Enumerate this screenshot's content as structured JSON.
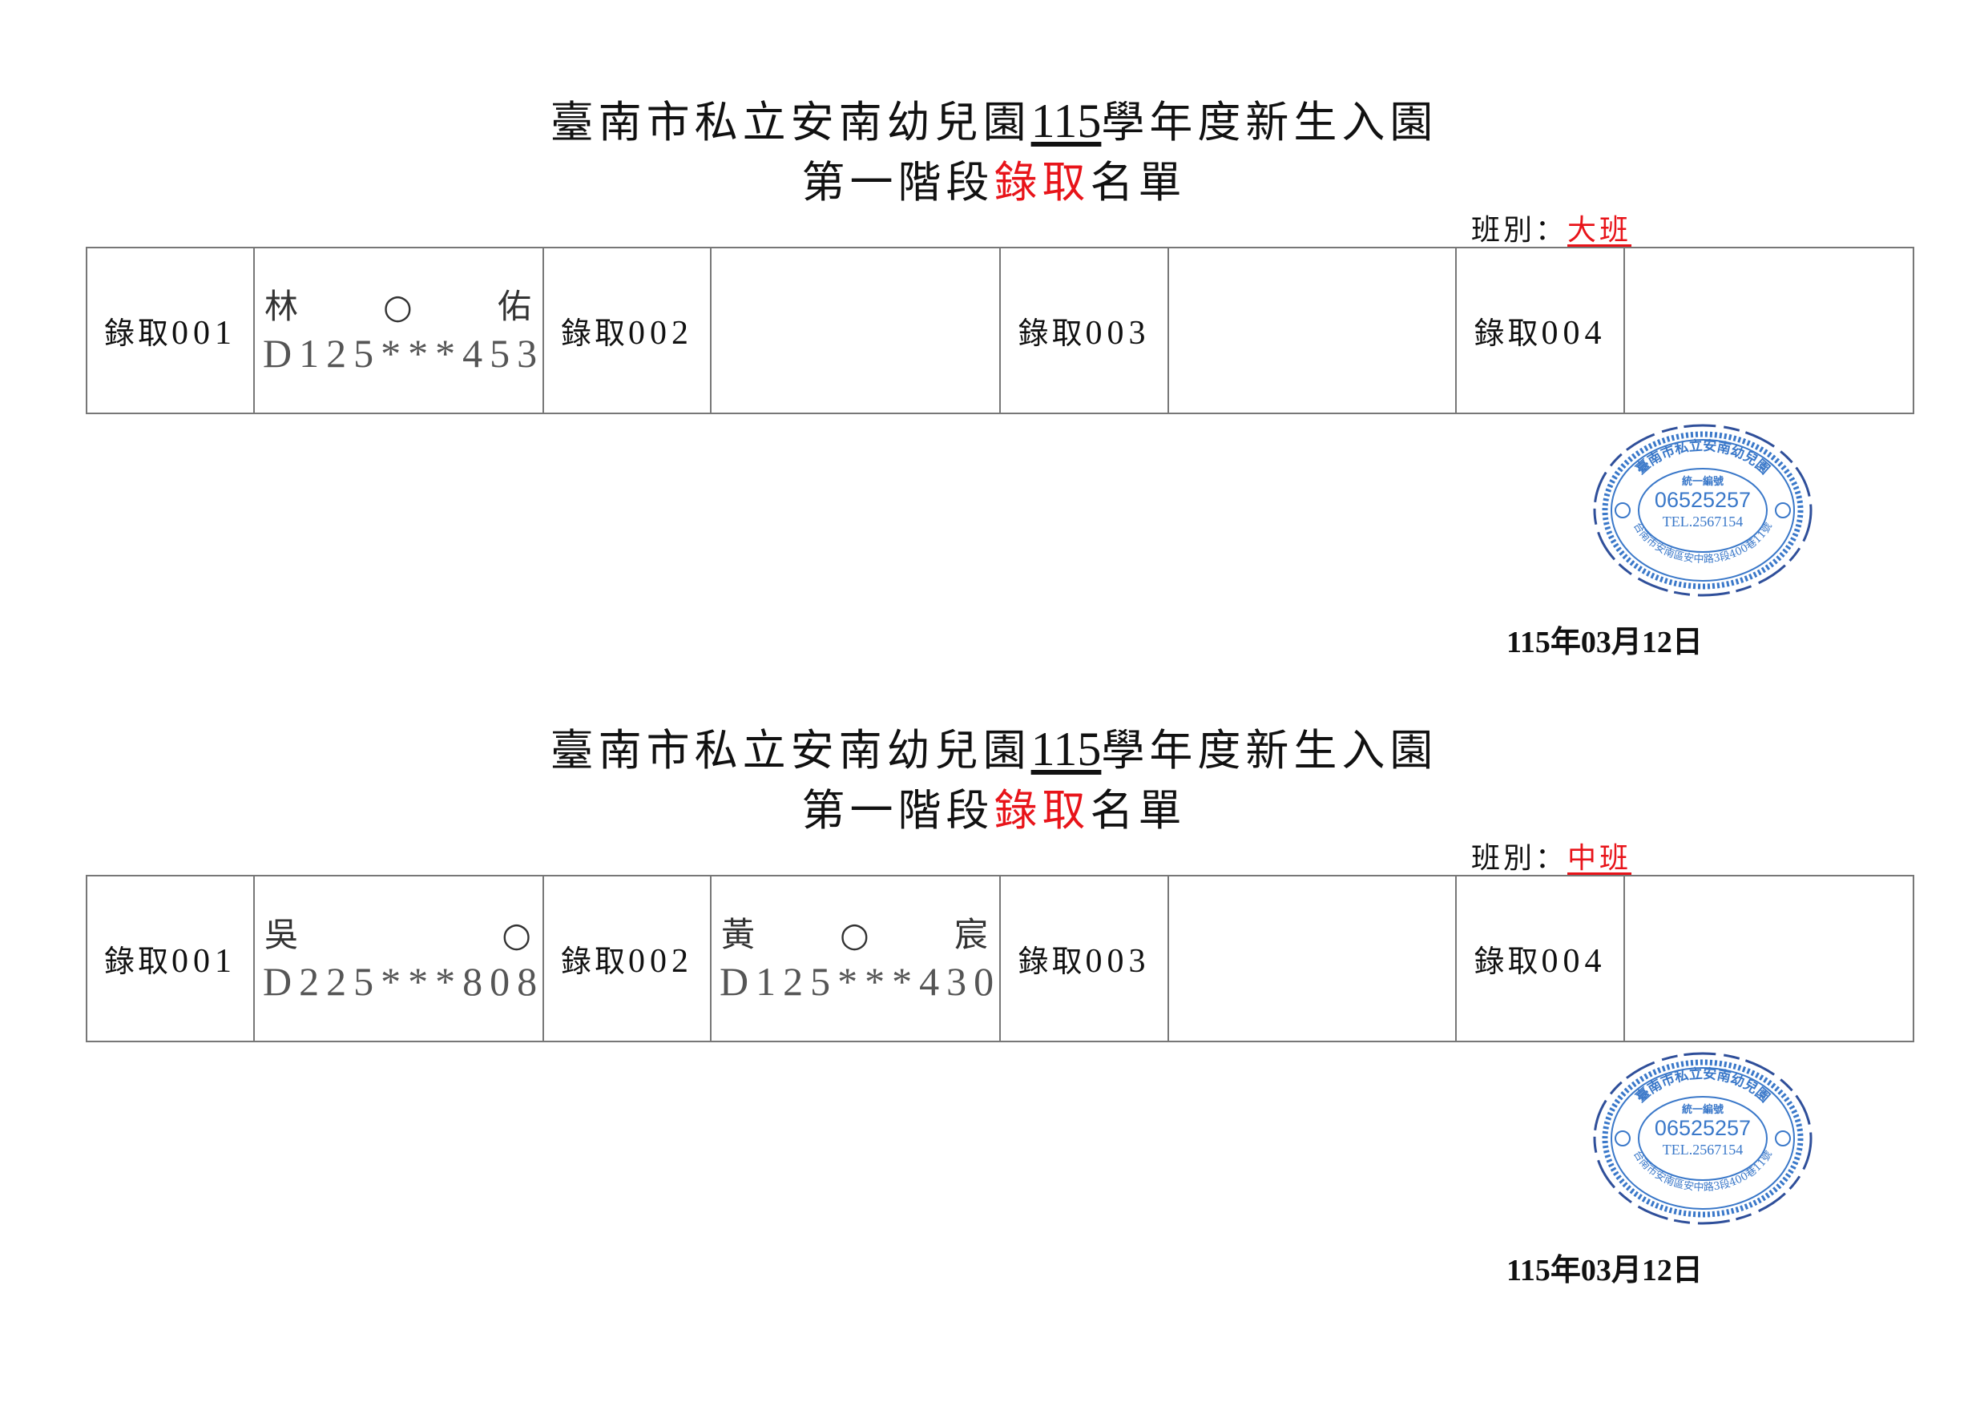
{
  "sections": [
    {
      "title_prefix": "臺南市私立安南幼兒園",
      "title_year": "115",
      "title_suffix": "學年度新生入園",
      "subtitle_prefix": "第一階段",
      "subtitle_highlight": "錄取",
      "subtitle_suffix": "名單",
      "class_label": "班別：",
      "class_value": "大班",
      "entries": [
        {
          "label": "錄取",
          "number": "001",
          "name": [
            "林",
            "○",
            "佑"
          ],
          "id": "D125***453"
        },
        {
          "label": "錄取",
          "number": "002",
          "name": [],
          "id": ""
        },
        {
          "label": "錄取",
          "number": "003",
          "name": [],
          "id": ""
        },
        {
          "label": "錄取",
          "number": "004",
          "name": [],
          "id": ""
        }
      ],
      "stamp": {
        "top_text": "臺南市私立安南幼兒園",
        "caption": "統一編號",
        "number": "06525257",
        "tel": "TEL.2567154",
        "address": "台南市安南區安中路3段400巷11號"
      },
      "date": "115年03月12日"
    },
    {
      "title_prefix": "臺南市私立安南幼兒園",
      "title_year": "115",
      "title_suffix": "學年度新生入園",
      "subtitle_prefix": "第一階段",
      "subtitle_highlight": "錄取",
      "subtitle_suffix": "名單",
      "class_label": "班別：",
      "class_value": "中班",
      "entries": [
        {
          "label": "錄取",
          "number": "001",
          "name": [
            "吳",
            "",
            "○"
          ],
          "id": "D225***808"
        },
        {
          "label": "錄取",
          "number": "002",
          "name": [
            "黃",
            "○",
            "宸"
          ],
          "id": "D125***430"
        },
        {
          "label": "錄取",
          "number": "003",
          "name": [],
          "id": ""
        },
        {
          "label": "錄取",
          "number": "004",
          "name": [],
          "id": ""
        }
      ],
      "stamp": {
        "top_text": "臺南市私立安南幼兒園",
        "caption": "統一編號",
        "number": "06525257",
        "tel": "TEL.2567154",
        "address": "台南市安南區安中路3段400巷11號"
      },
      "date": "115年03月12日"
    }
  ]
}
